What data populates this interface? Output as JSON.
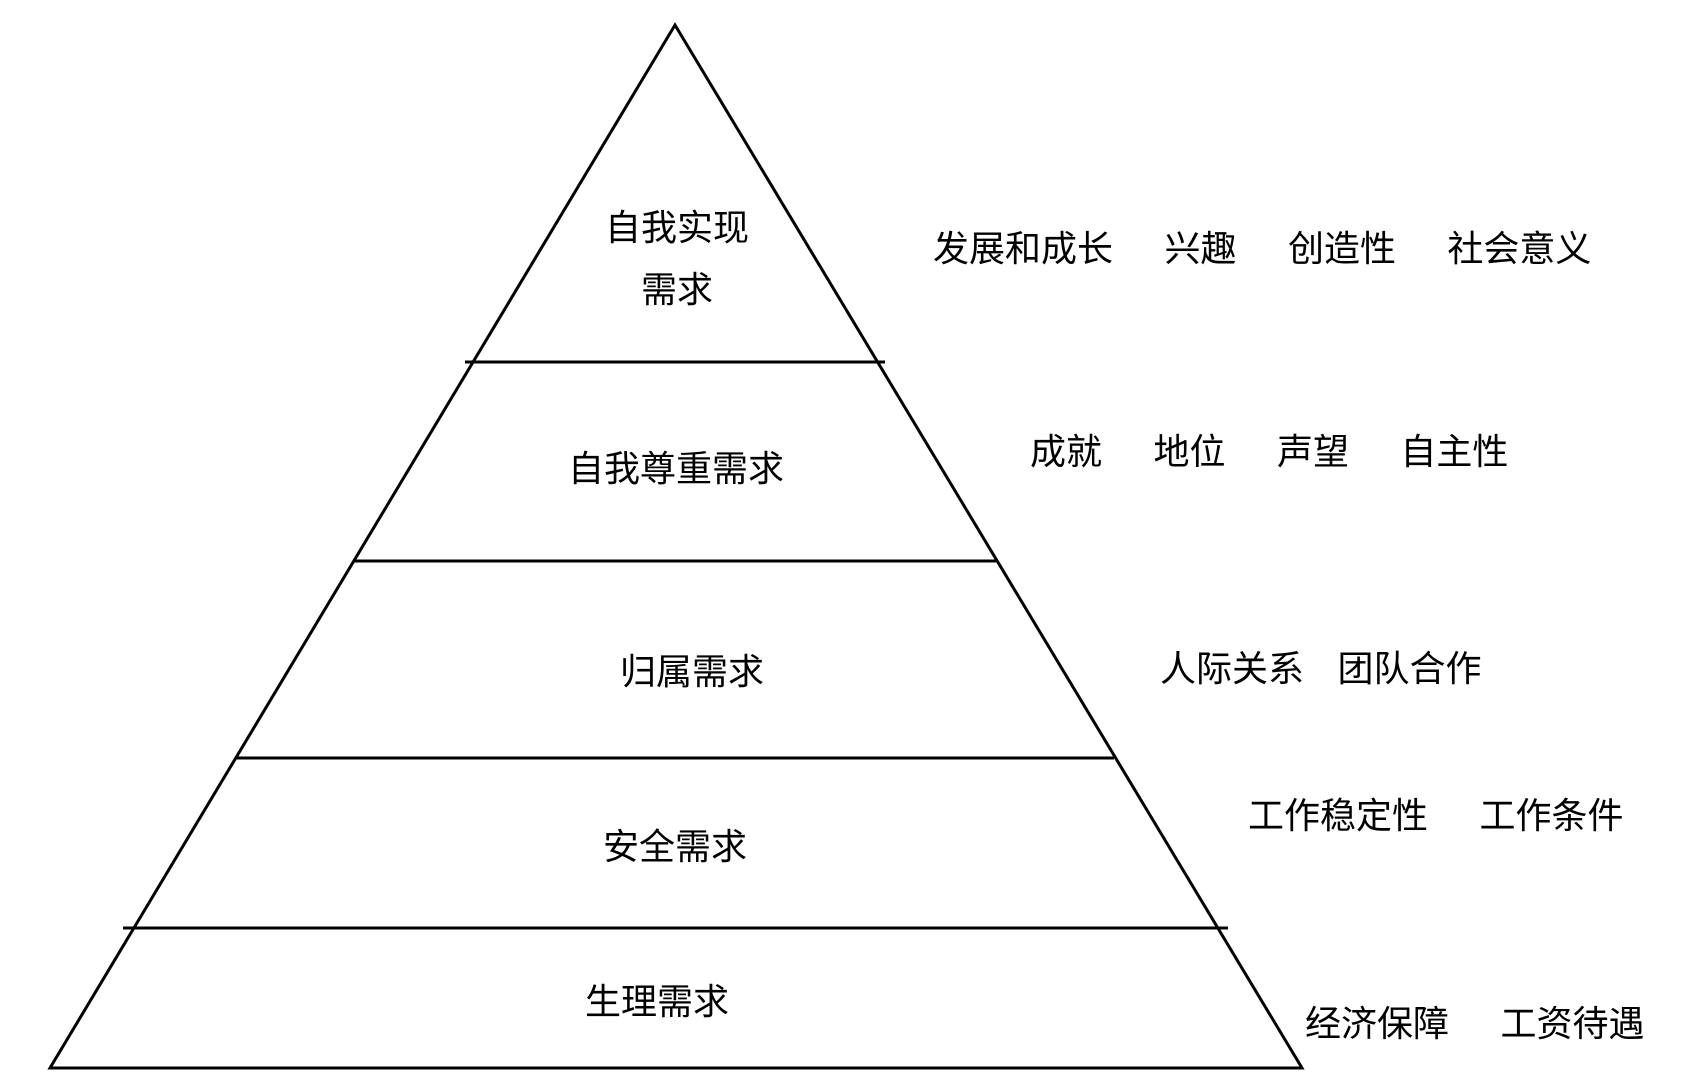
{
  "diagram": {
    "stroke_color": "#000000",
    "levels": [
      {
        "label_lines": [
          "自我实现",
          "需求"
        ],
        "descriptors": [
          "发展和成长",
          "兴趣",
          "创造性",
          "社会意义"
        ]
      },
      {
        "label_lines": [
          "自我尊重需求"
        ],
        "descriptors": [
          "成就",
          "地位",
          "声望",
          "自主性"
        ]
      },
      {
        "label_lines": [
          "归属需求"
        ],
        "descriptors": [
          "人际关系",
          "团队合作"
        ]
      },
      {
        "label_lines": [
          "安全需求"
        ],
        "descriptors": [
          "工作稳定性",
          "工作条件"
        ]
      },
      {
        "label_lines": [
          "生理需求"
        ],
        "descriptors": [
          "经济保障",
          "工资待遇"
        ]
      }
    ]
  }
}
